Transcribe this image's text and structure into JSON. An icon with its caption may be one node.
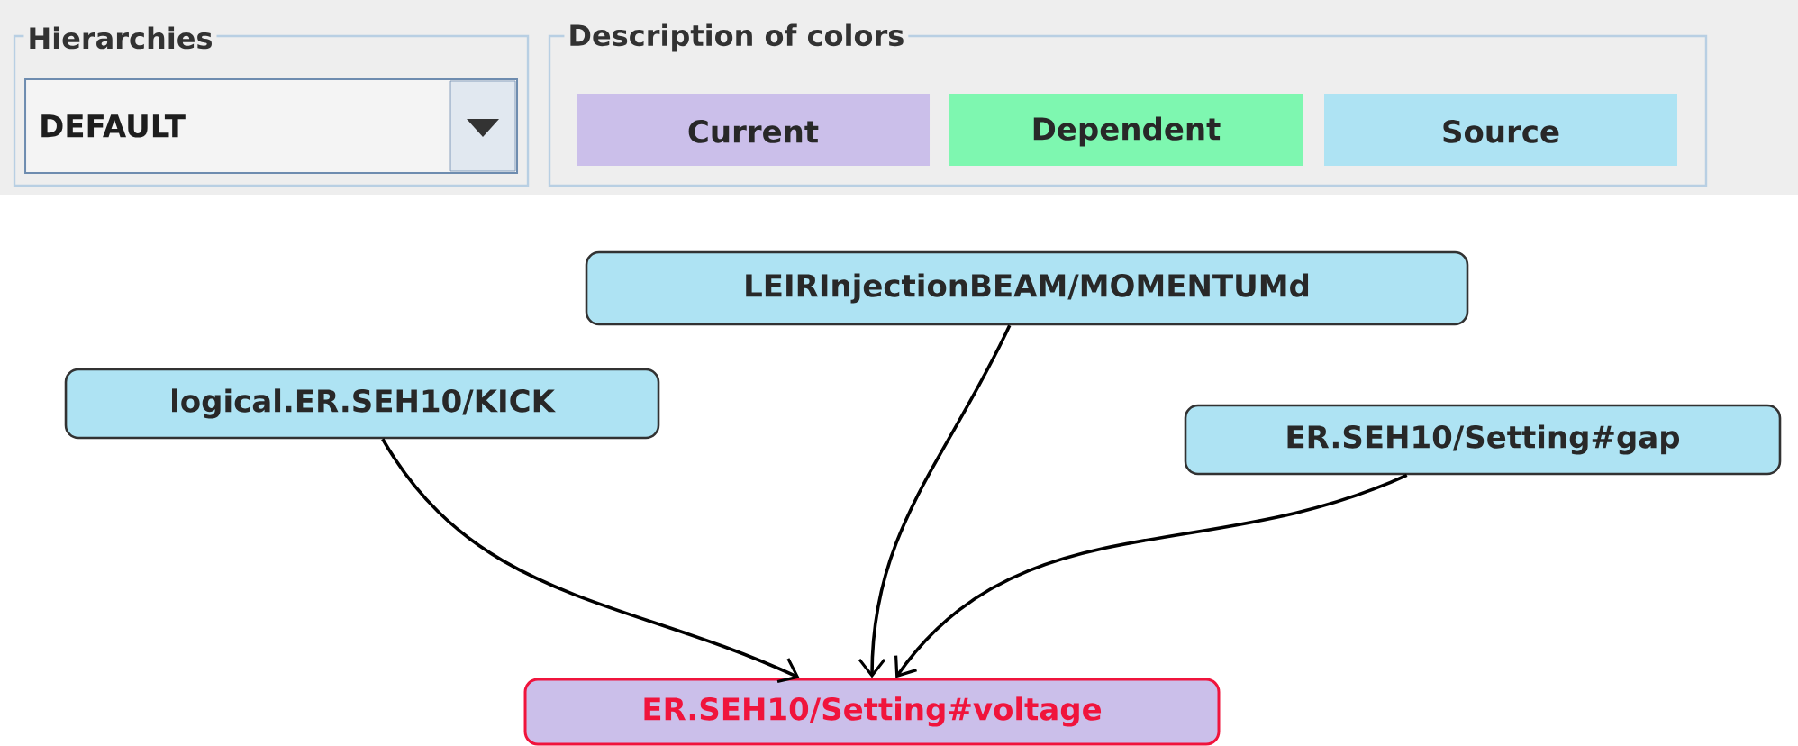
{
  "diagram": {
    "nodes": [
      {
        "text": [
          "LEIRInjectionBEAM/MOMENTUMd"
        ]
      },
      {
        "text": [
          "logical.ER.SEH10/KICK"
        ]
      },
      {
        "text": [
          "ER.SEH10/Setting#gap"
        ]
      },
      {
        "text": [
          "ER.SEH10/Setting#voltage"
        ]
      }
    ],
    "edges": [
      {
        "from": 1,
        "to": 3,
        "arrow": "to"
      },
      {
        "from": 0,
        "to": 3,
        "arrow": "to"
      },
      {
        "from": 2,
        "to": 3,
        "arrow": "to"
      }
    ],
    "labels": [
      "Hierarchies",
      "DEFAULT",
      "Description of colors"
    ],
    "legend": [
      {
        "text": "Current",
        "color": "#cbbfea"
      },
      {
        "text": "Dependent",
        "color": "#7ef7b0"
      },
      {
        "text": "Source",
        "color": "#aee3f3"
      }
    ]
  }
}
